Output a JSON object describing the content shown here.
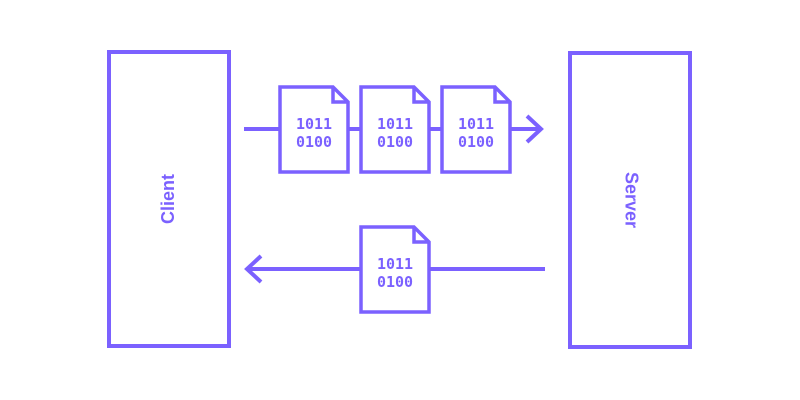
{
  "diagram": {
    "accent_color": "#7b61ff",
    "client": {
      "label": "Client"
    },
    "server": {
      "label": "Server"
    },
    "request": {
      "direction": "client-to-server",
      "packets": [
        {
          "line1": "1011",
          "line2": "0100"
        },
        {
          "line1": "1011",
          "line2": "0100"
        },
        {
          "line1": "1011",
          "line2": "0100"
        }
      ]
    },
    "response": {
      "direction": "server-to-client",
      "packets": [
        {
          "line1": "1011",
          "line2": "0100"
        }
      ]
    },
    "icons": {
      "packet": "file-icon",
      "request_arrow": "arrow-right-icon",
      "response_arrow": "arrow-left-icon"
    }
  }
}
